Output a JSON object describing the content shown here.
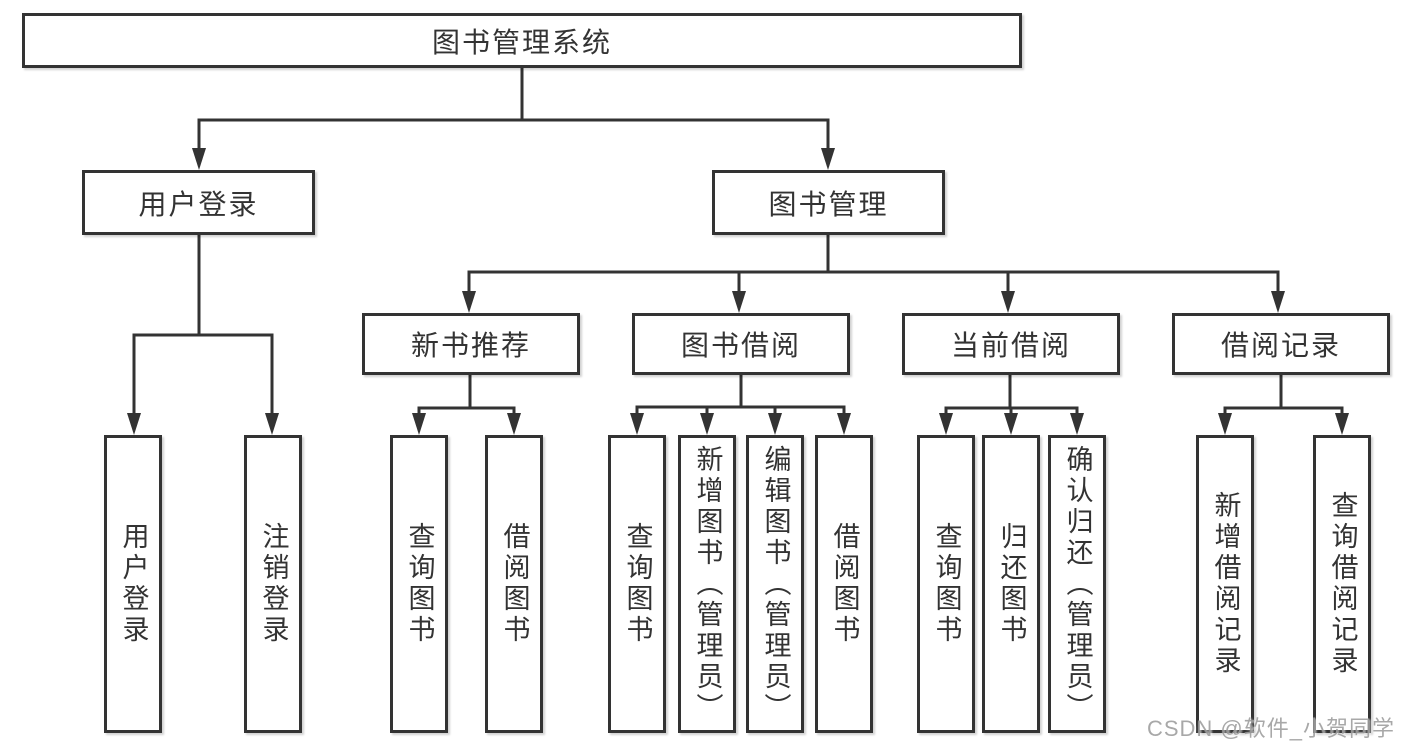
{
  "diagram": {
    "root": "图书管理系统",
    "branches": [
      {
        "label": "用户登录",
        "leaves": [
          "用户登录",
          "注销登录"
        ]
      },
      {
        "label": "图书管理",
        "children": [
          {
            "label": "新书推荐",
            "leaves": [
              "查询图书",
              "借阅图书"
            ]
          },
          {
            "label": "图书借阅",
            "leaves": [
              "查询图书",
              "新增图书（管理员）",
              "编辑图书（管理员）",
              "借阅图书"
            ]
          },
          {
            "label": "当前借阅",
            "leaves": [
              "查询图书",
              "归还图书",
              "确认归还（管理员）"
            ]
          },
          {
            "label": "借阅记录",
            "leaves": [
              "新增借阅记录",
              "查询借阅记录"
            ]
          }
        ]
      }
    ]
  },
  "watermark": {
    "text": "CSDN @软件_小贺同学"
  },
  "colors": {
    "line": "#333333",
    "text": "#333333",
    "box_background": "#ffffff",
    "watermark": "#9f9f9f",
    "background": "#ffffff"
  }
}
